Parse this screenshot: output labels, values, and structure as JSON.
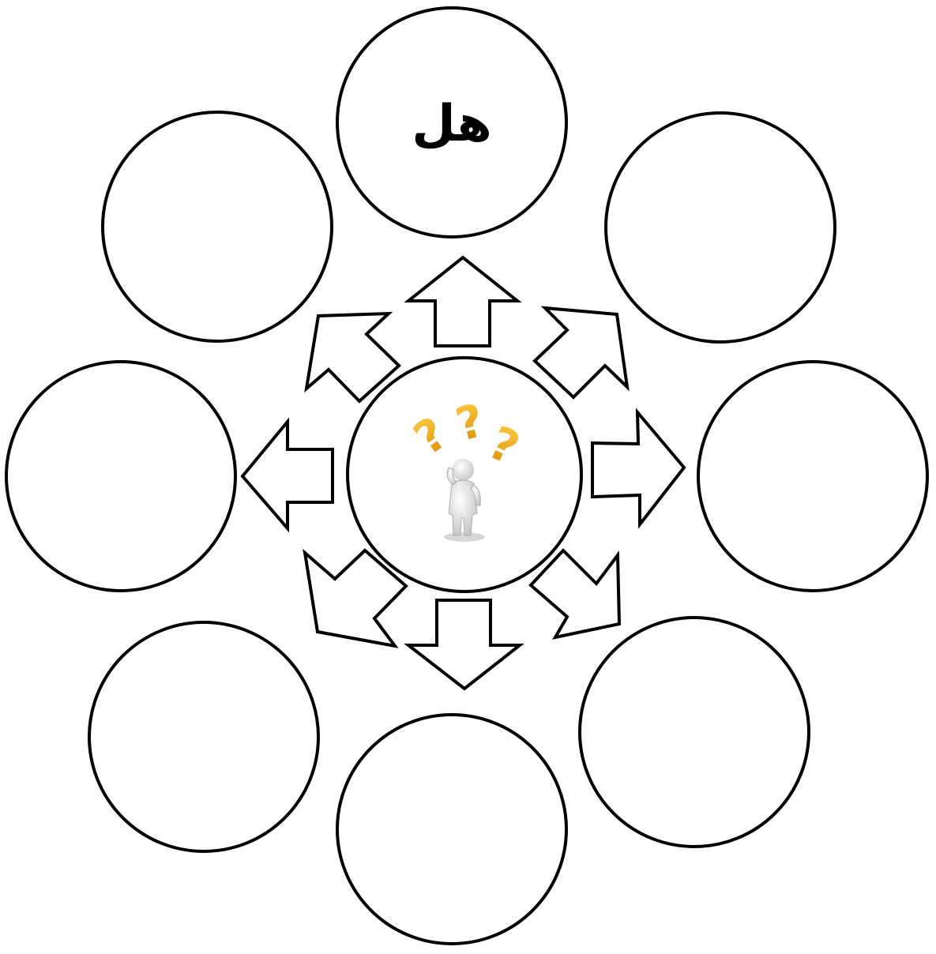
{
  "center": {
    "icon": "confused-person-with-question-marks-icon",
    "colors": {
      "question_marks": "#e8a317",
      "figure": "#dcdcdc"
    }
  },
  "bubbles": [
    {
      "id": "top",
      "text": "هل"
    },
    {
      "id": "top-right",
      "text": ""
    },
    {
      "id": "right",
      "text": ""
    },
    {
      "id": "bottom-right",
      "text": ""
    },
    {
      "id": "bottom",
      "text": ""
    },
    {
      "id": "bottom-left",
      "text": ""
    },
    {
      "id": "left",
      "text": ""
    },
    {
      "id": "top-left",
      "text": ""
    }
  ],
  "colors": {
    "stroke": "#000000",
    "fill": "#ffffff"
  }
}
